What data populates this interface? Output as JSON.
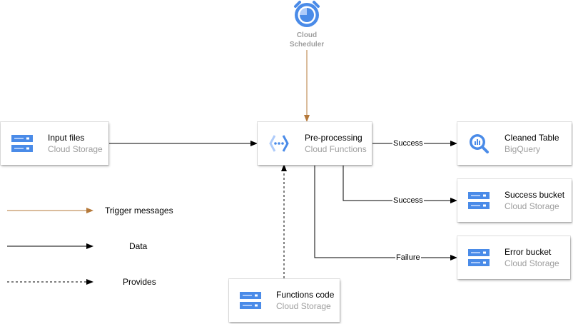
{
  "nodes": {
    "scheduler": {
      "title": "Cloud",
      "subtitle": "Scheduler",
      "icon": "clock-icon"
    },
    "input_files": {
      "title": "Input files",
      "subtitle": "Cloud Storage",
      "icon": "storage-icon"
    },
    "preprocessing": {
      "title": "Pre-processing",
      "subtitle": "Cloud Functions",
      "icon": "functions-icon"
    },
    "cleaned_table": {
      "title": "Cleaned Table",
      "subtitle": "BigQuery",
      "icon": "bigquery-icon"
    },
    "success_bucket": {
      "title": "Success bucket",
      "subtitle": "Cloud Storage",
      "icon": "storage-icon"
    },
    "error_bucket": {
      "title": "Error bucket",
      "subtitle": "Cloud Storage",
      "icon": "storage-icon"
    },
    "functions_code": {
      "title": "Functions code",
      "subtitle": "Cloud Storage",
      "icon": "storage-icon"
    }
  },
  "edges": {
    "to_cleaned": "Success",
    "to_success_bucket": "Success",
    "to_error_bucket": "Failure"
  },
  "legend": {
    "trigger": "Trigger messages",
    "data": "Data",
    "provides": "Provides"
  },
  "colors": {
    "gcp_blue": "#4a8be8",
    "gcp_light_blue": "#aecbfa",
    "trigger_arrow": "#b5793a",
    "data_arrow": "#000000",
    "subtitle_grey": "#9e9e9e"
  }
}
